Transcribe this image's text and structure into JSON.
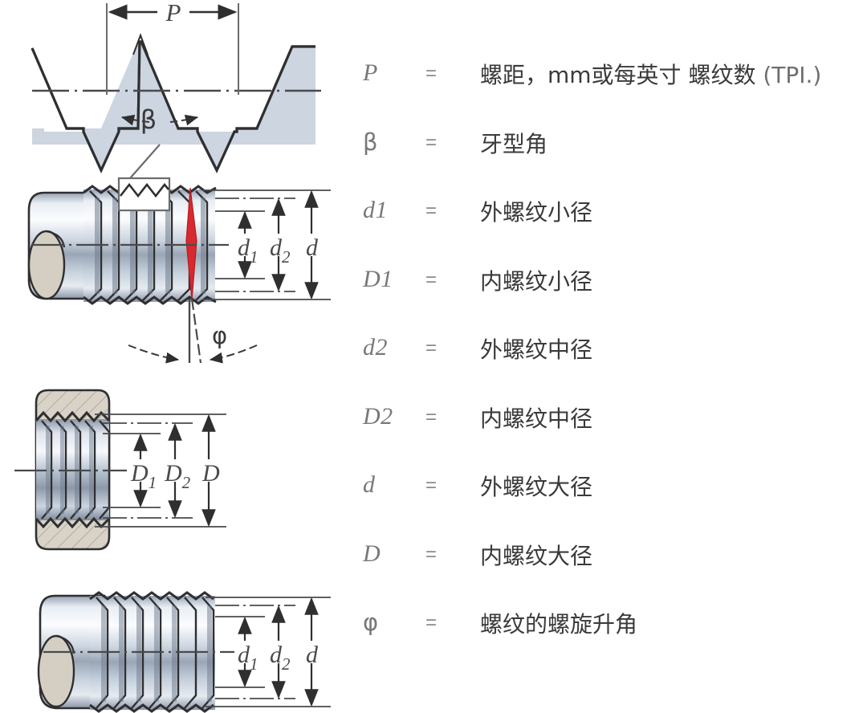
{
  "figure": {
    "title": "screw-thread-terminology-diagram",
    "colors": {
      "profile_fill": "#ccd5e0",
      "metal_light": "#f2f5f8",
      "metal_mid": "#aab6c6",
      "metal_dark": "#6f7c8e",
      "nut_body": "#d9d2c7",
      "cut_face": "#d5cfc3",
      "helix_red": "#d8292f",
      "line": "#3a3a3c"
    },
    "profile": {
      "label_pitch": "P",
      "label_angle": "β"
    },
    "bolt_upper": {
      "labels": [
        "d",
        "d",
        "d"
      ],
      "label_d1_base": "d",
      "label_d1_sub": "1",
      "label_d2_base": "d",
      "label_d2_sub": "2",
      "label_d": "d",
      "label_helix_angle": "φ"
    },
    "nut": {
      "label_D1_base": "D",
      "label_D1_sub": "1",
      "label_D2_base": "D",
      "label_D2_sub": "2",
      "label_D": "D"
    },
    "bolt_lower": {
      "label_d1_base": "d",
      "label_d1_sub": "1",
      "label_d2_base": "d",
      "label_d2_sub": "2",
      "label_d": "d"
    }
  },
  "legend": {
    "equals": "=",
    "rows": [
      {
        "symbol": "P",
        "greek": false,
        "desc_main": "螺距，mm或每英寸 螺纹数 ",
        "desc_light": "(TPI.)"
      },
      {
        "symbol": "β",
        "greek": true,
        "desc_main": "牙型角",
        "desc_light": ""
      },
      {
        "symbol": "d1",
        "greek": false,
        "desc_main": "外螺纹小径",
        "desc_light": ""
      },
      {
        "symbol": "D1",
        "greek": false,
        "desc_main": "内螺纹小径",
        "desc_light": ""
      },
      {
        "symbol": "d2",
        "greek": false,
        "desc_main": "外螺纹中径",
        "desc_light": ""
      },
      {
        "symbol": "D2",
        "greek": false,
        "desc_main": "内螺纹中径",
        "desc_light": ""
      },
      {
        "symbol": "d",
        "greek": false,
        "desc_main": "外螺纹大径",
        "desc_light": ""
      },
      {
        "symbol": "D",
        "greek": false,
        "desc_main": "内螺纹大径",
        "desc_light": ""
      },
      {
        "symbol": "φ",
        "greek": true,
        "desc_main": "螺纹的螺旋升角",
        "desc_light": ""
      }
    ]
  }
}
